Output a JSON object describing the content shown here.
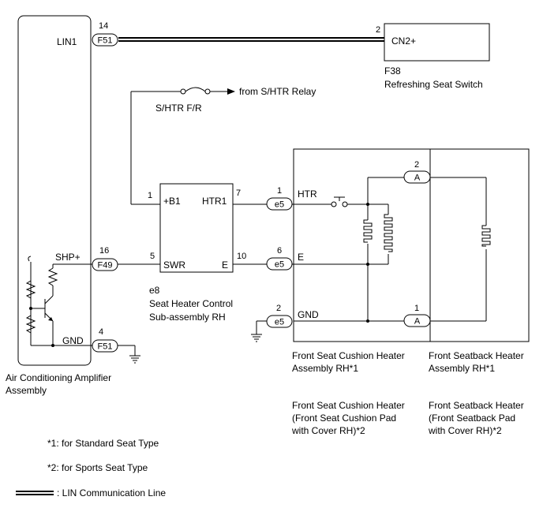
{
  "amplifier": {
    "name_line1": "Air Conditioning Amplifier",
    "name_line2": "Assembly",
    "pins": {
      "lin1": {
        "label": "LIN1",
        "number": "14",
        "connector": "F51"
      },
      "shp": {
        "label": "SHP+",
        "number": "16",
        "connector": "F49"
      },
      "gnd": {
        "label": "GND",
        "number": "4",
        "connector": "F51"
      }
    }
  },
  "refresh_switch": {
    "pin_number": "2",
    "pin_label": "CN2+",
    "code": "F38",
    "name": "Refreshing Seat Switch"
  },
  "fuse": {
    "label": "S/HTR F/R",
    "source": "from S/HTR Relay"
  },
  "control": {
    "code": "e8",
    "name_line1": "Seat Heater Control",
    "name_line2": "Sub-assembly RH",
    "pins": {
      "b1": {
        "number": "1",
        "label": "+B1"
      },
      "htr1": {
        "number": "7",
        "label": "HTR1"
      },
      "swr": {
        "number": "5",
        "label": "SWR"
      },
      "e": {
        "number": "10",
        "label": "E"
      }
    }
  },
  "heater": {
    "pins": {
      "htr": {
        "number": "1",
        "connector": "e5",
        "label": "HTR"
      },
      "e": {
        "number": "6",
        "connector": "e5",
        "label": "E"
      },
      "gnd": {
        "number": "2",
        "connector": "e5",
        "label": "GND"
      },
      "a_top": {
        "number": "2",
        "connector": "A"
      },
      "a_bottom": {
        "number": "1",
        "connector": "A"
      }
    },
    "cushion_line1": "Front Seat Cushion Heater",
    "cushion_line2": "Assembly RH*1",
    "back_line1": "Front Seatback Heater",
    "back_line2": "Assembly RH*1",
    "cushion_pad_line1": "Front Seat Cushion Heater",
    "cushion_pad_line2": "(Front Seat Cushion Pad",
    "cushion_pad_line3": "with Cover RH)*2",
    "back_pad_line1": "Front Seatback Heater",
    "back_pad_line2": "(Front Seatback Pad",
    "back_pad_line3": "with Cover RH)*2"
  },
  "notes": {
    "note1": "*1: for Standard Seat Type",
    "note2": "*2: for Sports Seat Type",
    "legend": ": LIN Communication Line"
  }
}
